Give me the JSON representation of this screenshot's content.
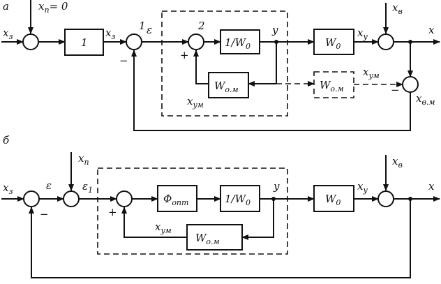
{
  "panel_a": {
    "letter": "а",
    "in_label_main": "x",
    "in_label_sub": "з",
    "dist_label_main": "x",
    "dist_label_sub": "п",
    "dist_label_eq": "= 0",
    "block1": "1",
    "after_block1_main": "x",
    "after_block1_sub": "з",
    "eps": "ε",
    "sum1_num": "1",
    "sum2_num": "2",
    "minus_sign": "−",
    "plus_sign": "+",
    "block_inv_w0": "1/W",
    "block_inv_w0_sub": "0",
    "y_label": "y",
    "block_w0": "W",
    "block_w0_sub": "0",
    "xv_main": "x",
    "xv_sub": "в",
    "xy_main": "x",
    "xy_sub": "y",
    "x_out": "x",
    "model_block_main": "W",
    "model_block_sub": "о.м",
    "model_block2_main": "W",
    "model_block2_sub": "о.м",
    "xym_main": "x",
    "xym_sub": "yм",
    "xym2_main": "x",
    "xym2_sub": "yм",
    "xvm_main": "x",
    "xvm_sub": "в.м",
    "minus_sign2": "−"
  },
  "panel_b": {
    "letter": "б",
    "in_label_main": "x",
    "in_label_sub": "з",
    "dist_label_main": "x",
    "dist_label_sub": "п",
    "eps": "ε",
    "eps1_main": "ε",
    "eps1_sub": "1",
    "minus_sign": "−",
    "plus_sign": "+",
    "block_phi_main": "Φ",
    "block_phi_sub": "опт",
    "block_inv_w0": "1/W",
    "block_inv_w0_sub": "0",
    "y_label": "y",
    "block_w0": "W",
    "block_w0_sub": "0",
    "xv_main": "x",
    "xv_sub": "в",
    "xy_main": "x",
    "xy_sub": "y",
    "x_out": "x",
    "model_block_main": "W",
    "model_block_sub": "о.м",
    "xym_main": "x",
    "xym_sub": "yм"
  }
}
